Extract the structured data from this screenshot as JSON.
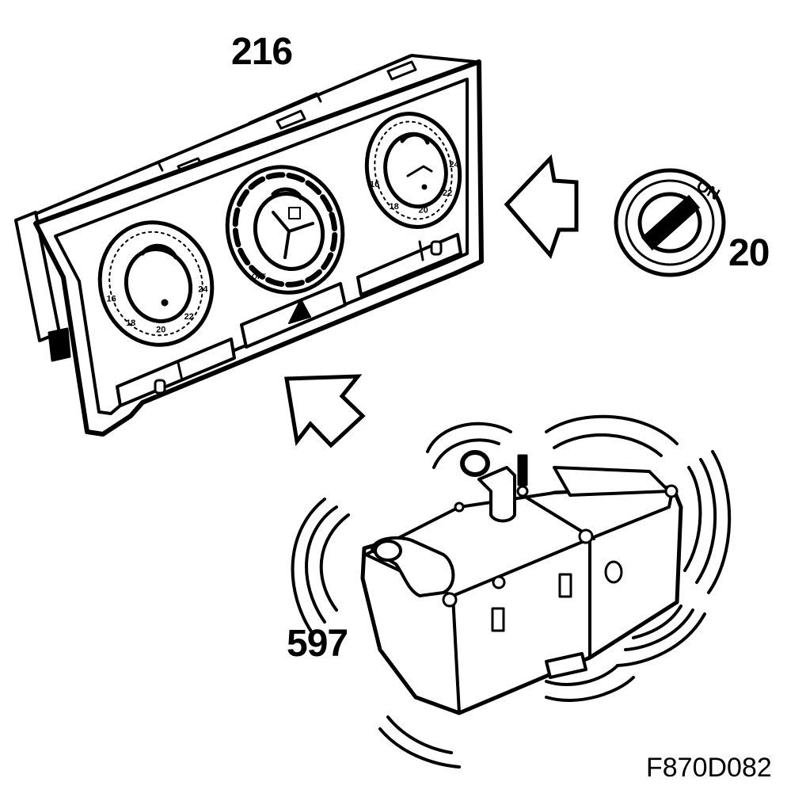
{
  "callouts": {
    "control_panel": "216",
    "ignition_switch": "20",
    "heater_unit": "597"
  },
  "figure_id": "F870D082",
  "switch": {
    "on_label": "ON"
  },
  "knobs": {
    "left_scale": [
      "16",
      "18",
      "20",
      "22",
      "24"
    ],
    "right_scale": [
      "16",
      "18",
      "20",
      "22",
      "24"
    ],
    "middle_off": "OFF"
  },
  "colors": {
    "ink": "#000000",
    "paper": "#ffffff"
  }
}
